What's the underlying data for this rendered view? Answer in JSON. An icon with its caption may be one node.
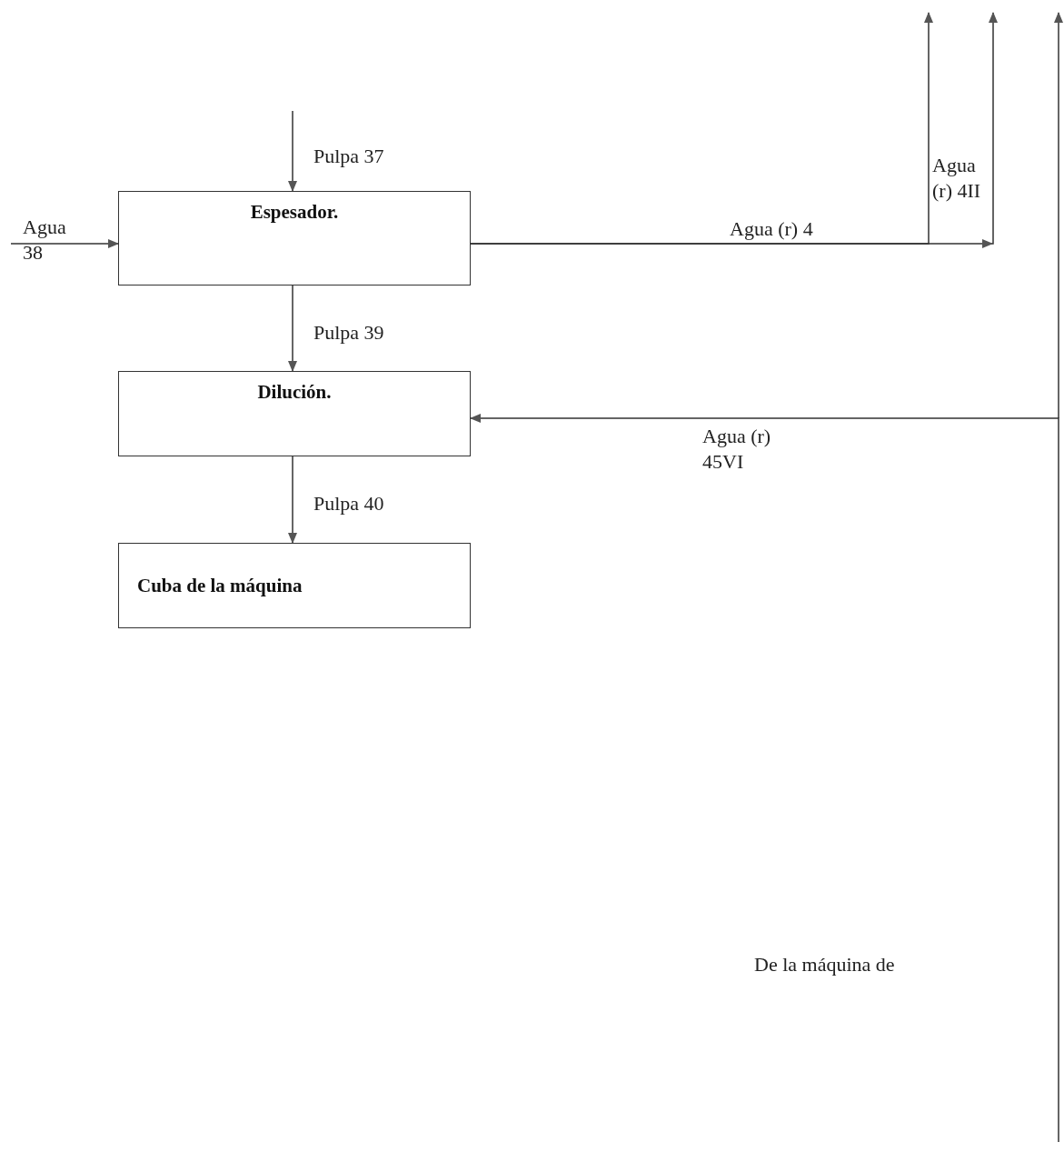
{
  "diagram": {
    "nodes": [
      {
        "text": [
          "Espesador."
        ]
      },
      {
        "text": [
          "Dilución."
        ]
      },
      {
        "text": [
          "Cuba de la máquina"
        ]
      }
    ],
    "edges": [
      {
        "from": null,
        "to": 0,
        "arrow": "to",
        "label": "Pulpa 37"
      },
      {
        "from": null,
        "to": 0,
        "arrow": "to",
        "label": "Agua 38"
      },
      {
        "from": 0,
        "to": null,
        "arrow": "to",
        "label": "Agua (r) 4"
      },
      {
        "from": 0,
        "to": null,
        "arrow": "to",
        "label": "Agua (r) 4II"
      },
      {
        "from": 0,
        "to": 1,
        "arrow": "to",
        "label": "Pulpa 39"
      },
      {
        "from": 1,
        "to": 2,
        "arrow": "to",
        "label": "Pulpa 40"
      },
      {
        "from": null,
        "to": 1,
        "arrow": "to",
        "label": "Agua (r) 45VI"
      }
    ],
    "labels": [
      "De la máquina de"
    ]
  }
}
